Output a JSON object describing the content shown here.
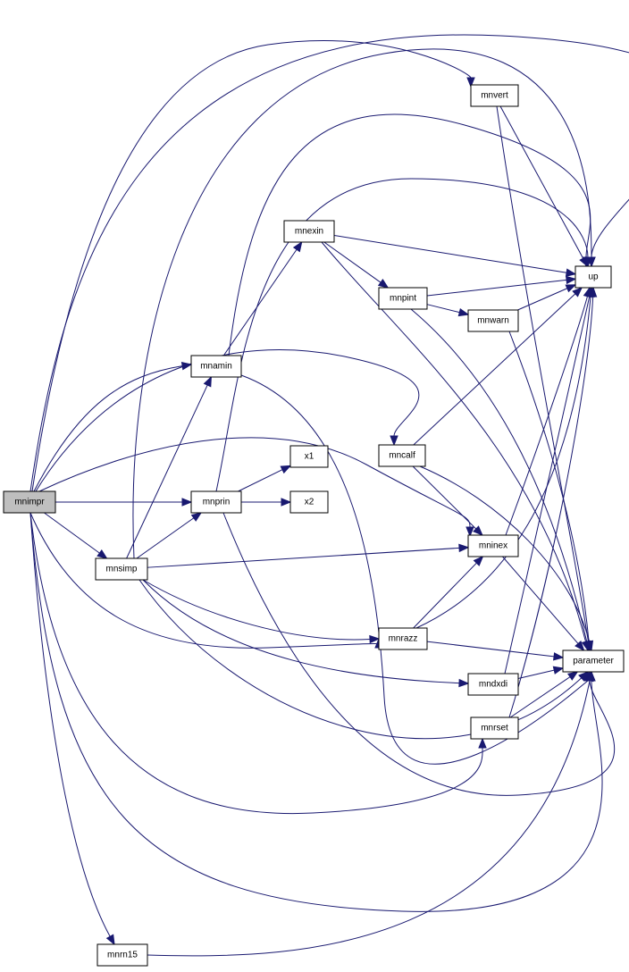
{
  "graph": {
    "title": "",
    "edge_color": "#191970",
    "root_fill": "#bfbfbf",
    "nodes": [
      {
        "id": "mnimpr",
        "label": "mnimpr",
        "root": true
      },
      {
        "id": "mnvert",
        "label": "mnvert"
      },
      {
        "id": "up",
        "label": "up"
      },
      {
        "id": "mnexin",
        "label": "mnexin"
      },
      {
        "id": "mnpint",
        "label": "mnpint"
      },
      {
        "id": "mnwarn",
        "label": "mnwarn"
      },
      {
        "id": "mnamin",
        "label": "mnamin"
      },
      {
        "id": "mncalf",
        "label": "mncalf"
      },
      {
        "id": "x1",
        "label": "x1"
      },
      {
        "id": "mnprin",
        "label": "mnprin"
      },
      {
        "id": "x2",
        "label": "x2"
      },
      {
        "id": "mninex",
        "label": "mninex"
      },
      {
        "id": "mnsimp",
        "label": "mnsimp"
      },
      {
        "id": "mnrazz",
        "label": "mnrazz"
      },
      {
        "id": "parameter",
        "label": "parameter"
      },
      {
        "id": "mndxdi",
        "label": "mndxdi"
      },
      {
        "id": "mnrset",
        "label": "mnrset"
      },
      {
        "id": "mnrn15",
        "label": "mnrn15"
      }
    ],
    "edges": [
      {
        "from": "mnimpr",
        "to": "up"
      },
      {
        "from": "mnimpr",
        "to": "mnvert"
      },
      {
        "from": "mnimpr",
        "to": "mnamin"
      },
      {
        "from": "mnimpr",
        "to": "mncalf"
      },
      {
        "from": "mnimpr",
        "to": "mninex"
      },
      {
        "from": "mnimpr",
        "to": "mnprin"
      },
      {
        "from": "mnimpr",
        "to": "mnsimp"
      },
      {
        "from": "mnimpr",
        "to": "mnrazz"
      },
      {
        "from": "mnimpr",
        "to": "mnrset"
      },
      {
        "from": "mnimpr",
        "to": "parameter"
      },
      {
        "from": "mnimpr",
        "to": "mnrn15"
      },
      {
        "from": "mnvert",
        "to": "up"
      },
      {
        "from": "mnvert",
        "to": "parameter"
      },
      {
        "from": "mnexin",
        "to": "up"
      },
      {
        "from": "mnexin",
        "to": "mnpint"
      },
      {
        "from": "mnexin",
        "to": "parameter"
      },
      {
        "from": "mnpint",
        "to": "up"
      },
      {
        "from": "mnpint",
        "to": "mnwarn"
      },
      {
        "from": "mnpint",
        "to": "parameter"
      },
      {
        "from": "mnwarn",
        "to": "up"
      },
      {
        "from": "mnwarn",
        "to": "parameter"
      },
      {
        "from": "mnamin",
        "to": "mnexin"
      },
      {
        "from": "mnamin",
        "to": "up"
      },
      {
        "from": "mnamin",
        "to": "parameter"
      },
      {
        "from": "mncalf",
        "to": "up"
      },
      {
        "from": "mncalf",
        "to": "mninex"
      },
      {
        "from": "mncalf",
        "to": "parameter"
      },
      {
        "from": "mnprin",
        "to": "x1"
      },
      {
        "from": "mnprin",
        "to": "x2"
      },
      {
        "from": "mnprin",
        "to": "up"
      },
      {
        "from": "mnprin",
        "to": "parameter"
      },
      {
        "from": "mninex",
        "to": "up"
      },
      {
        "from": "mninex",
        "to": "parameter"
      },
      {
        "from": "mnsimp",
        "to": "mnamin"
      },
      {
        "from": "mnsimp",
        "to": "mnprin"
      },
      {
        "from": "mnsimp",
        "to": "mninex"
      },
      {
        "from": "mnsimp",
        "to": "mnrazz"
      },
      {
        "from": "mnsimp",
        "to": "mndxdi"
      },
      {
        "from": "mnsimp",
        "to": "up"
      },
      {
        "from": "mnsimp",
        "to": "parameter"
      },
      {
        "from": "mnrazz",
        "to": "mninex"
      },
      {
        "from": "mnrazz",
        "to": "up"
      },
      {
        "from": "mnrazz",
        "to": "parameter"
      },
      {
        "from": "mndxdi",
        "to": "parameter"
      },
      {
        "from": "mndxdi",
        "to": "up"
      },
      {
        "from": "mnrset",
        "to": "parameter"
      },
      {
        "from": "mnrset",
        "to": "up"
      },
      {
        "from": "mnrn15",
        "to": "parameter"
      }
    ]
  }
}
